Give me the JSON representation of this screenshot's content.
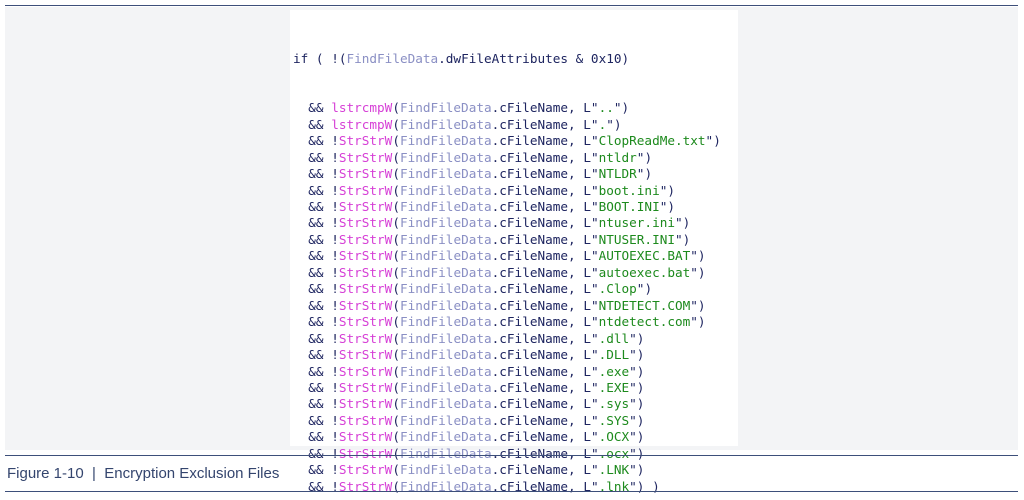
{
  "code": {
    "first_line": {
      "kw": "if ( !(",
      "var": "FindFileData",
      "rest": ".dwFileAttributes & 0x10)"
    },
    "lines": [
      {
        "op": "  && ",
        "fn": "lstrcmpW",
        "arg": "..",
        "close": ")"
      },
      {
        "op": "  && ",
        "fn": "lstrcmpW",
        "arg": ".",
        "close": ")"
      },
      {
        "op": "  && !",
        "fn": "StrStrW",
        "arg": "ClopReadMe.txt",
        "close": ")"
      },
      {
        "op": "  && !",
        "fn": "StrStrW",
        "arg": "ntldr",
        "close": ")"
      },
      {
        "op": "  && !",
        "fn": "StrStrW",
        "arg": "NTLDR",
        "close": ")"
      },
      {
        "op": "  && !",
        "fn": "StrStrW",
        "arg": "boot.ini",
        "close": ")"
      },
      {
        "op": "  && !",
        "fn": "StrStrW",
        "arg": "BOOT.INI",
        "close": ")"
      },
      {
        "op": "  && !",
        "fn": "StrStrW",
        "arg": "ntuser.ini",
        "close": ")"
      },
      {
        "op": "  && !",
        "fn": "StrStrW",
        "arg": "NTUSER.INI",
        "close": ")"
      },
      {
        "op": "  && !",
        "fn": "StrStrW",
        "arg": "AUTOEXEC.BAT",
        "close": ")"
      },
      {
        "op": "  && !",
        "fn": "StrStrW",
        "arg": "autoexec.bat",
        "close": ")"
      },
      {
        "op": "  && !",
        "fn": "StrStrW",
        "arg": ".Clop",
        "close": ")"
      },
      {
        "op": "  && !",
        "fn": "StrStrW",
        "arg": "NTDETECT.COM",
        "close": ")"
      },
      {
        "op": "  && !",
        "fn": "StrStrW",
        "arg": "ntdetect.com",
        "close": ")"
      },
      {
        "op": "  && !",
        "fn": "StrStrW",
        "arg": ".dll",
        "close": ")"
      },
      {
        "op": "  && !",
        "fn": "StrStrW",
        "arg": ".DLL",
        "close": ")"
      },
      {
        "op": "  && !",
        "fn": "StrStrW",
        "arg": ".exe",
        "close": ")"
      },
      {
        "op": "  && !",
        "fn": "StrStrW",
        "arg": ".EXE",
        "close": ")"
      },
      {
        "op": "  && !",
        "fn": "StrStrW",
        "arg": ".sys",
        "close": ")"
      },
      {
        "op": "  && !",
        "fn": "StrStrW",
        "arg": ".SYS",
        "close": ")"
      },
      {
        "op": "  && !",
        "fn": "StrStrW",
        "arg": ".OCX",
        "close": ")"
      },
      {
        "op": "  && !",
        "fn": "StrStrW",
        "arg": ".ocx",
        "close": ")"
      },
      {
        "op": "  && !",
        "fn": "StrStrW",
        "arg": ".LNK",
        "close": ")"
      },
      {
        "op": "  && !",
        "fn": "StrStrW",
        "arg": ".lnk",
        "close": ") )"
      }
    ],
    "var_name": "FindFileData",
    "member": ".cFileName, "
  },
  "caption": "Figure 1-10  |  Encryption Exclusion Files"
}
